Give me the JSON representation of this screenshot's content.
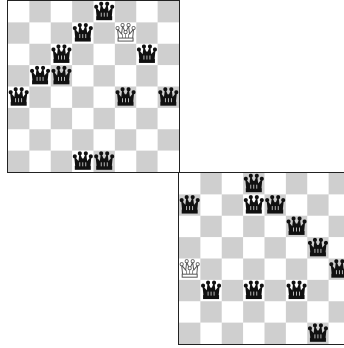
{
  "puzzle": {
    "colors": {
      "light_square": "#ffffff",
      "dark_square": "#cfcfcf",
      "black_piece": "#111111",
      "white_piece": "#ffffff",
      "white_outline": "#555555",
      "board_border": "#222222"
    },
    "piece_icon": "crown-icon",
    "boards": [
      {
        "id": "top",
        "files": 8,
        "ranks": 8,
        "pieces": [
          {
            "color": "black",
            "file": 4,
            "rank": 0
          },
          {
            "color": "black",
            "file": 3,
            "rank": 1
          },
          {
            "color": "white",
            "file": 5,
            "rank": 1
          },
          {
            "color": "black",
            "file": 2,
            "rank": 2
          },
          {
            "color": "black",
            "file": 6,
            "rank": 2
          },
          {
            "color": "black",
            "file": 1,
            "rank": 3
          },
          {
            "color": "black",
            "file": 2,
            "rank": 3
          },
          {
            "color": "black",
            "file": 0,
            "rank": 4
          },
          {
            "color": "black",
            "file": 5,
            "rank": 4
          },
          {
            "color": "black",
            "file": 7,
            "rank": 4
          },
          {
            "color": "black",
            "file": 3,
            "rank": 7
          },
          {
            "color": "black",
            "file": 4,
            "rank": 7
          }
        ]
      },
      {
        "id": "bottom",
        "files": 8,
        "ranks": 8,
        "pieces": [
          {
            "color": "black",
            "file": 3,
            "rank": 0
          },
          {
            "color": "black",
            "file": 0,
            "rank": 1
          },
          {
            "color": "black",
            "file": 3,
            "rank": 1
          },
          {
            "color": "black",
            "file": 4,
            "rank": 1
          },
          {
            "color": "black",
            "file": 5,
            "rank": 2
          },
          {
            "color": "black",
            "file": 6,
            "rank": 3
          },
          {
            "color": "white",
            "file": 0,
            "rank": 4
          },
          {
            "color": "black",
            "file": 7,
            "rank": 4
          },
          {
            "color": "black",
            "file": 1,
            "rank": 5
          },
          {
            "color": "black",
            "file": 3,
            "rank": 5
          },
          {
            "color": "black",
            "file": 5,
            "rank": 5
          },
          {
            "color": "black",
            "file": 6,
            "rank": 7
          }
        ]
      }
    ]
  }
}
